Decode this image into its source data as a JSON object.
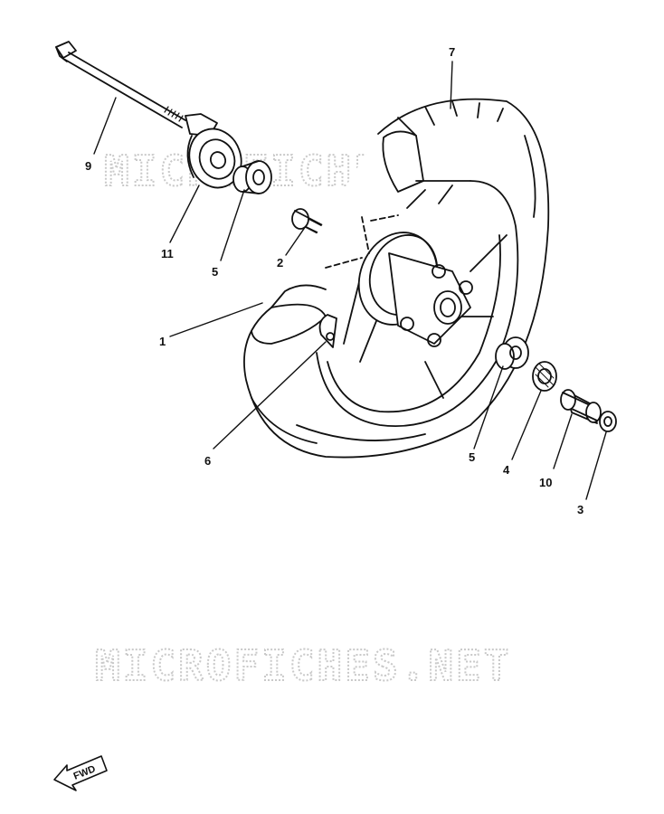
{
  "diagram": {
    "watermark_text": "MICROFICHES.NET",
    "fwd_label": "FWD",
    "callouts": {
      "c1": "1",
      "c2": "2",
      "c3": "3",
      "c4": "4",
      "c5a": "5",
      "c5b": "5",
      "c6": "6",
      "c7": "7",
      "c9": "9",
      "c10": "10",
      "c11": "11"
    },
    "line_color": "#111111",
    "watermark_color": "#c9c9c9"
  }
}
